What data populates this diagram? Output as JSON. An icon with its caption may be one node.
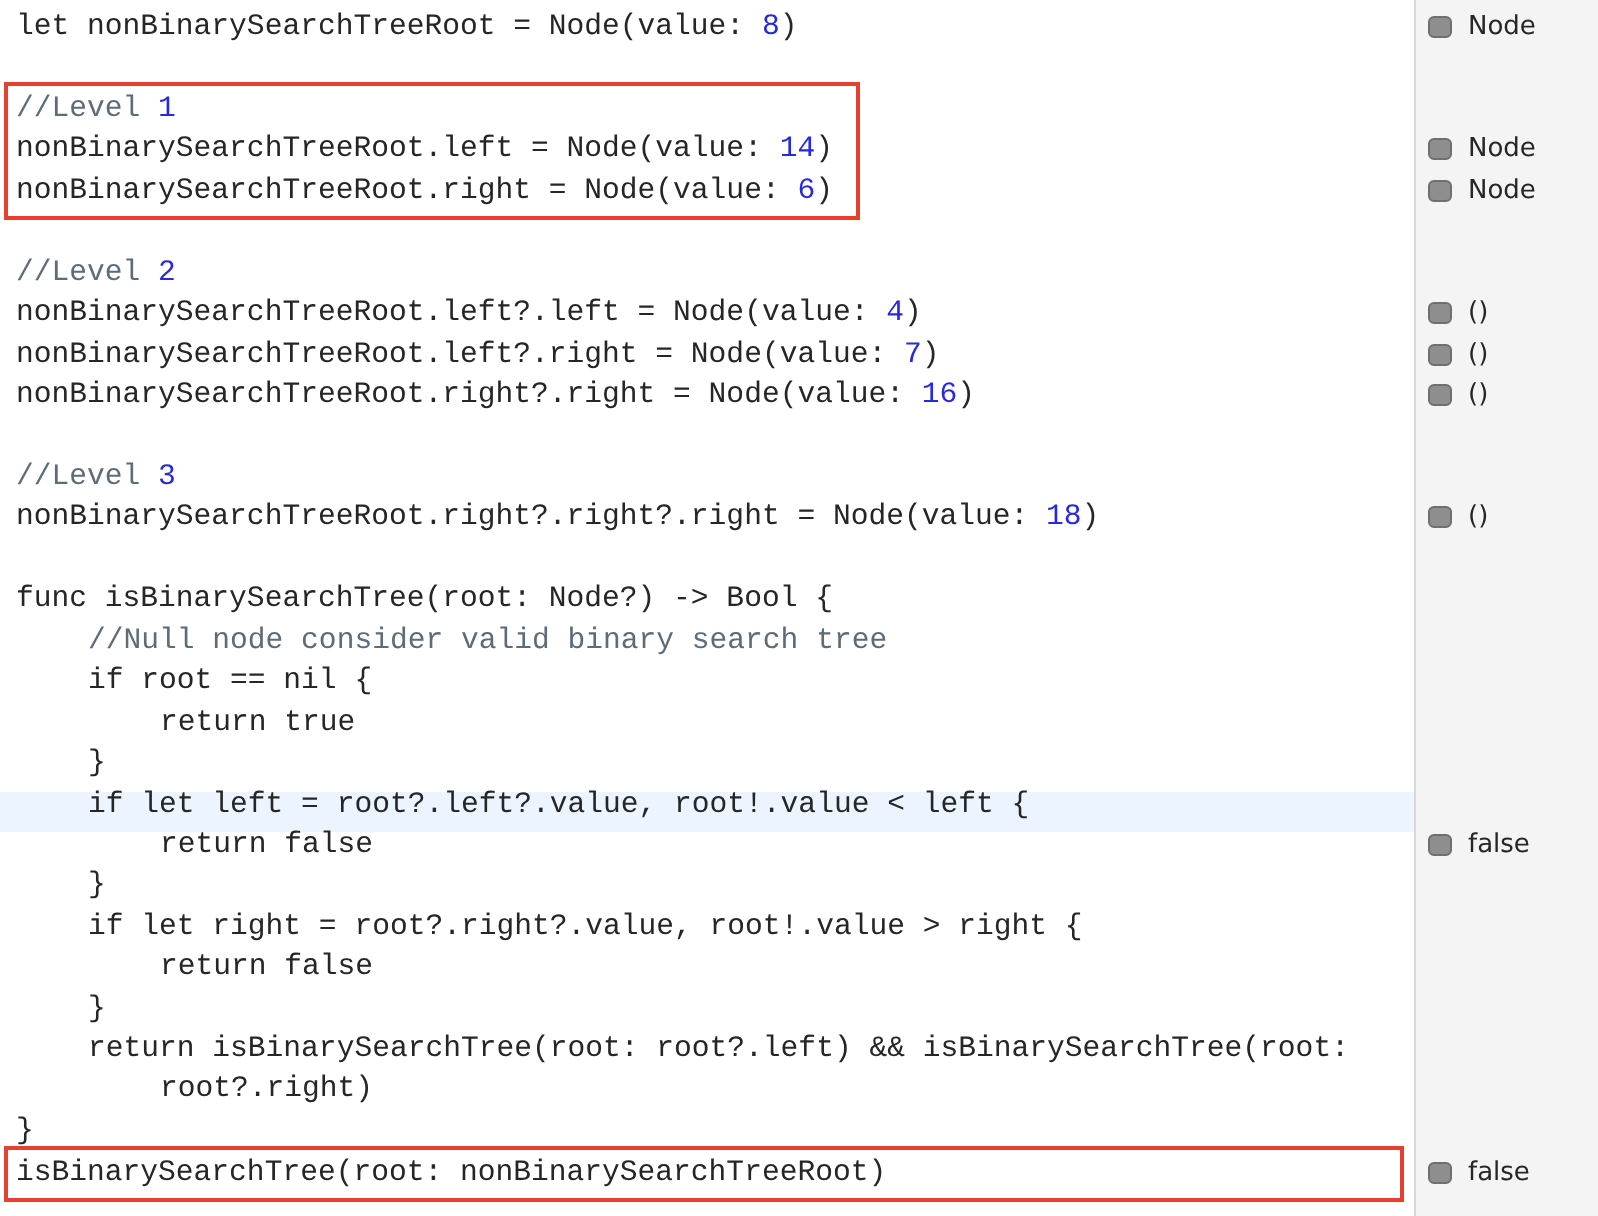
{
  "diagram": {
    "nodes": [
      {
        "text": [
          "//Level 1",
          "nonBinarySearchTreeRoot.left = Node(value: 14)",
          "nonBinarySearchTreeRoot.right = Node(value: 6)"
        ],
        "beside": [
          "Node",
          "Node"
        ]
      },
      {
        "text": [
          "isBinarySearchTree(root: nonBinarySearchTreeRoot)"
        ],
        "beside": [
          "false"
        ]
      }
    ],
    "labels": [
      "let nonBinarySearchTreeRoot = Node(value: 8)",
      "Node",
      "//Level 2",
      "nonBinarySearchTreeRoot.left?.left = Node(value: 4)",
      "()",
      "nonBinarySearchTreeRoot.left?.right = Node(value: 7)",
      "()",
      "nonBinarySearchTreeRoot.right?.right = Node(value: 16)",
      "()",
      "//Level 3",
      "nonBinarySearchTreeRoot.right?.right?.right = Node(value: 18)",
      "()",
      "func isBinarySearchTree(root: Node?) -> Bool {",
      "//Null node consider valid binary search tree",
      "if root == nil {",
      "return true",
      "}",
      "if let left = root?.left?.value, root!.value < left {",
      "return false",
      "false",
      "}",
      "if let right = root?.right?.value, root!.value > right {",
      "return false",
      "}",
      "return isBinarySearchTree(root: root?.left) && isBinarySearchTree(root: root?.right)",
      "}"
    ]
  }
}
